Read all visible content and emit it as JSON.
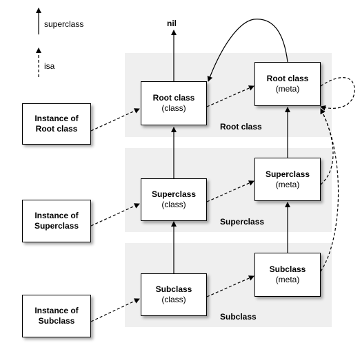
{
  "legend": {
    "superclass": "superclass",
    "isa": "isa"
  },
  "nil_label": "nil",
  "bands": {
    "root": "Root class",
    "super": "Superclass",
    "sub": "Subclass"
  },
  "instances": {
    "root": [
      "Instance of",
      "Root class"
    ],
    "super": [
      "Instance of",
      "Superclass"
    ],
    "sub": [
      "Instance of",
      "Subclass"
    ]
  },
  "classes": {
    "root": [
      "Root class",
      "(class)"
    ],
    "super": [
      "Superclass",
      "(class)"
    ],
    "sub": [
      "Subclass",
      "(class)"
    ]
  },
  "metas": {
    "root": [
      "Root class",
      "(meta)"
    ],
    "super": [
      "Superclass",
      "(meta)"
    ],
    "sub": [
      "Subclass",
      "(meta)"
    ]
  }
}
